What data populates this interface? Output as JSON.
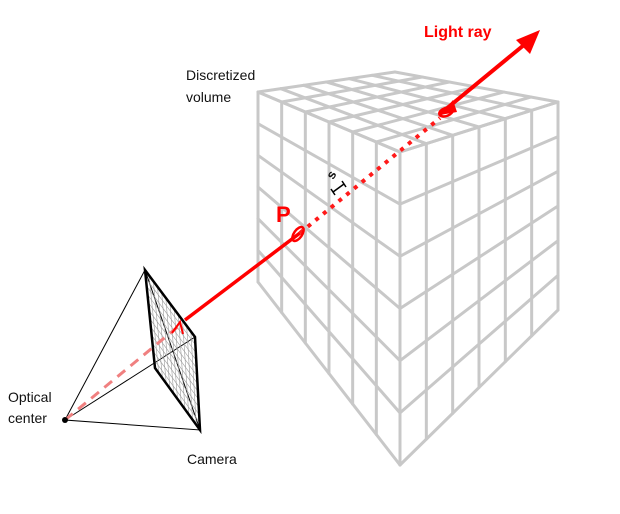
{
  "labels": {
    "light_ray": "Light ray",
    "volume_line1": "Discretized",
    "volume_line2": "volume",
    "point": "P",
    "step": "s",
    "optical_line1": "Optical",
    "optical_line2": "center",
    "camera": "Camera"
  },
  "colors": {
    "ray": "#ff0000",
    "ray_inside": "#ff1a1a",
    "grid": "#c8c8c8",
    "camera_frame": "#000000",
    "camera_grid": "#9a9a9a",
    "dashed_ray": "#f08080"
  }
}
